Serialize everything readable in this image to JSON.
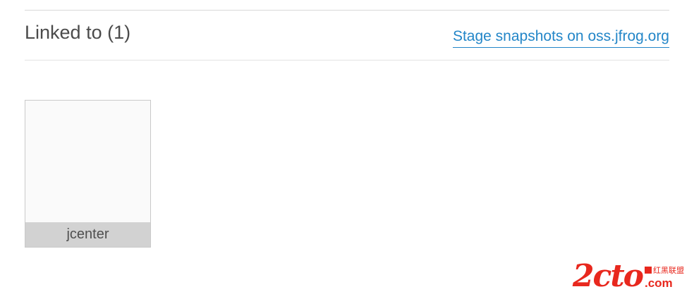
{
  "header": {
    "title": "Linked to (1)",
    "stage_link_label": "Stage snapshots on oss.jfrog.org"
  },
  "linked_repos": {
    "count": 1,
    "cards": [
      {
        "label": "jcenter"
      }
    ]
  },
  "watermark": {
    "brand": "2cto",
    "tld": ".com",
    "cn_label": "红黑联盟"
  },
  "colors": {
    "link_blue": "#2386c8",
    "watermark_red": "#e8281e",
    "card_caption_gray": "#d2d2d2",
    "card_body_gray": "#fafafa",
    "divider_gray": "#d9d9d9"
  }
}
